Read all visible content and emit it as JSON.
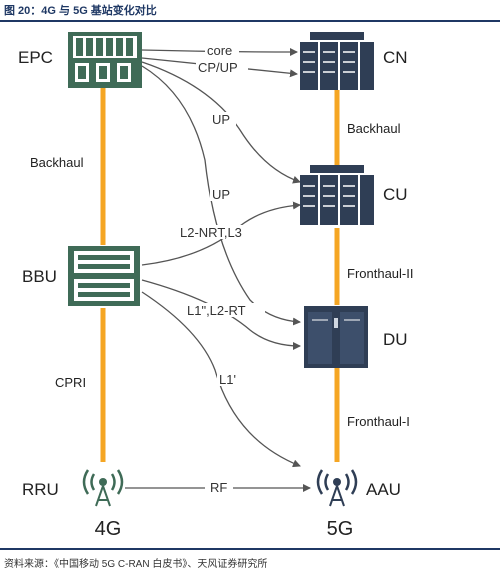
{
  "header": {
    "title": "图 20：4G 与 5G 基站变化对比"
  },
  "footer": {
    "source": "资料来源：《中国移动 5G C-RAN 白皮书》、天风证券研究所"
  },
  "nodes": {
    "epc": "EPC",
    "bbu": "BBU",
    "rru": "RRU",
    "cn": "CN",
    "cu": "CU",
    "du": "DU",
    "aau": "AAU"
  },
  "columns": {
    "left": "4G",
    "right": "5G"
  },
  "links": {
    "backhaul_4g": "Backhaul",
    "cpri": "CPRI",
    "backhaul_5g": "Backhaul",
    "fronthaul_ii": "Fronthaul-II",
    "fronthaul_i": "Fronthaul-I",
    "core": "core",
    "cp_up": "CP/UP",
    "up_1": "UP",
    "up_2": "UP",
    "l2_nrt_l3": "L2-NRT,L3",
    "l1_l2_rt": "L1\",L2-RT",
    "l1": "L1'",
    "rf": "RF"
  },
  "colors": {
    "link_orange": "#f5a623",
    "equipment": "#2f3e55",
    "bbu_green": "#3f6b57",
    "arrow": "#555555",
    "header": "#1f3864"
  }
}
